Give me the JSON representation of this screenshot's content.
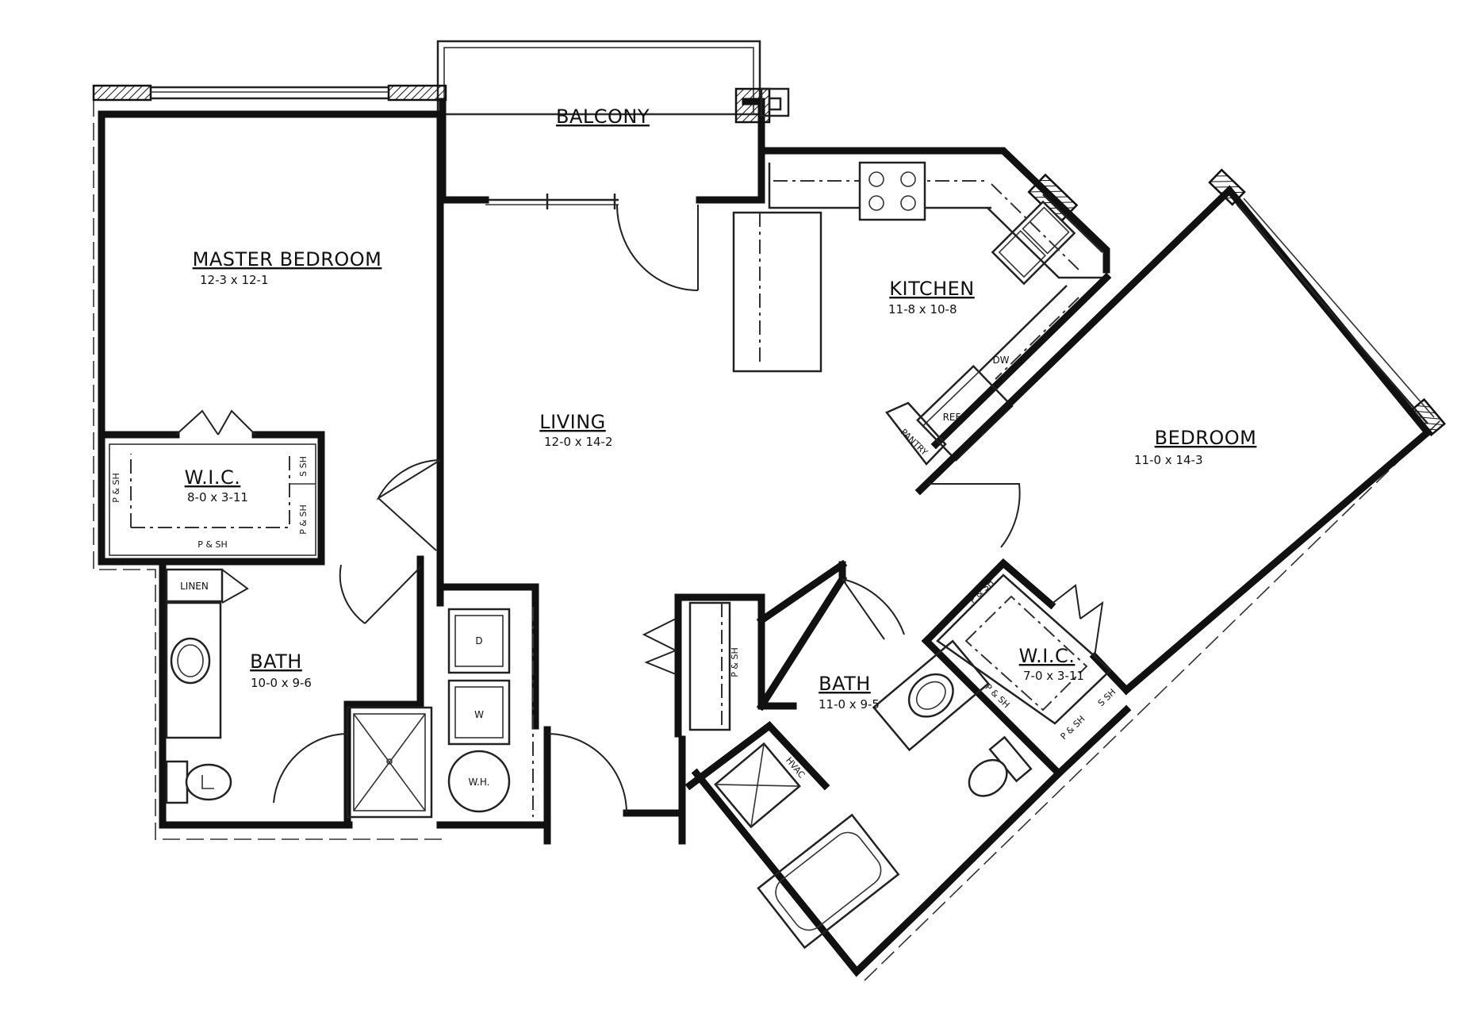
{
  "rooms": {
    "balcony": {
      "name": "BALCONY"
    },
    "master_bedroom": {
      "name": "MASTER BEDROOM",
      "dims": "12-3 x 12-1"
    },
    "living": {
      "name": "LIVING",
      "dims": "12-0 x 14-2"
    },
    "kitchen": {
      "name": "KITCHEN",
      "dims": "11-8 x 10-8"
    },
    "bedroom": {
      "name": "BEDROOM",
      "dims": "11-0 x 14-3"
    },
    "wic_master": {
      "name": "W.I.C.",
      "dims": "8-0 x 3-11"
    },
    "bath_master": {
      "name": "BATH",
      "dims": "10-0 x 9-6"
    },
    "bath_second": {
      "name": "BATH",
      "dims": "11-0 x 9-5"
    },
    "wic_second": {
      "name": "W.I.C.",
      "dims": "7-0 x 3-11"
    }
  },
  "labels": {
    "linen": "LINEN",
    "dryer": "D",
    "washer": "W",
    "water_heater": "W.H.",
    "dishwasher": "DW",
    "refrigerator": "REF",
    "pantry": "PANTRY",
    "hvac": "HVAC",
    "shelf_pole": "P & SH",
    "shelf": "S SH"
  }
}
